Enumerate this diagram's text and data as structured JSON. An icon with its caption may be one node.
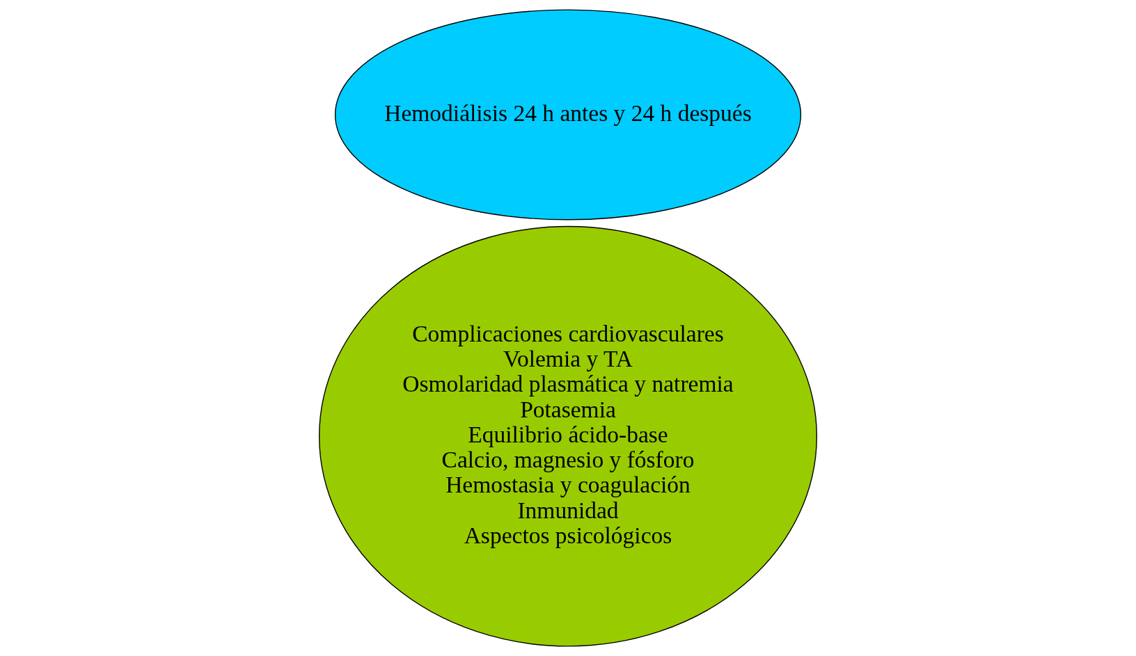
{
  "diagram": {
    "nodes": [
      {
        "text": [
          "Complicaciones cardiovasculares",
          "Volemia y TA",
          "Osmolaridad plasmática y natremia",
          "Potasemia",
          "Equilibrio ácido-base",
          "Calcio, magnesio y fósforo",
          "Hemostasia y coagulación",
          "Inmunidad",
          "Aspectos psicológicos"
        ]
      },
      {
        "text": [
          "Hemodiálisis 24 h antes y 24 h después"
        ]
      }
    ]
  }
}
